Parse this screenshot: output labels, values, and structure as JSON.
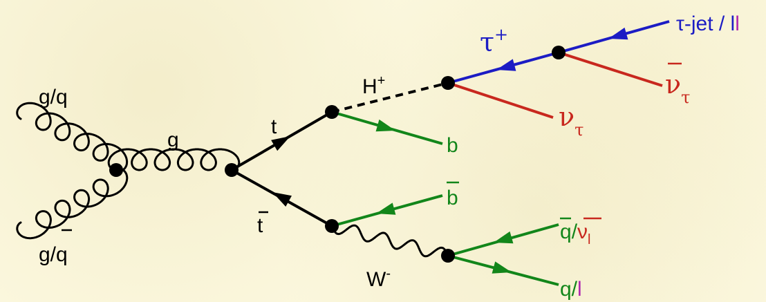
{
  "colors": {
    "background": "#fbf7dd",
    "quark": "#000000",
    "b_quark": "#12861a",
    "tau": "#1c1cc4",
    "neutrino": "#c8281e",
    "lepton": "#b028b0"
  },
  "labels": {
    "g_q_top": "g/q",
    "g_qbar_bottom": "g/",
    "qbar_char": "q",
    "gluon": "g",
    "top": "t",
    "antitop": "t",
    "higgs": "H",
    "higgs_charge": "+",
    "w_boson": "W",
    "w_charge": "-",
    "b": "b",
    "bbar": "b",
    "tau": "τ",
    "tau_charge": "+",
    "tau_jet": "τ-jet / l",
    "tau_jet_lepton": "l",
    "nu": "ν",
    "nu_sub": "τ",
    "nubar": "ν",
    "nubar_sub": "τ",
    "qbar_nubar_q": "q",
    "qbar_nubar_sep": "/",
    "qbar_nubar_nu": "ν",
    "qbar_nubar_sub": "l",
    "q_l_q": "q/",
    "q_l_l": "l"
  }
}
